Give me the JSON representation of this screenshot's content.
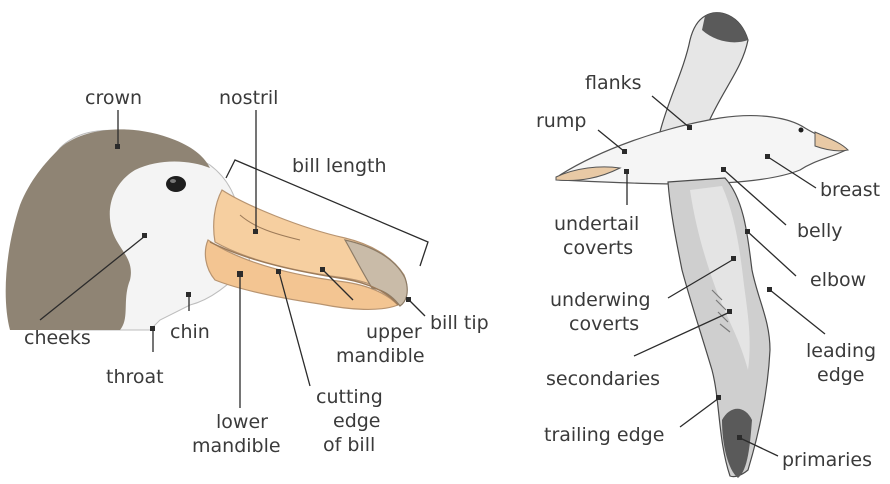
{
  "head_labels": {
    "crown": "crown",
    "nostril": "nostril",
    "bill_length": "bill length",
    "cheeks": "cheeks",
    "chin": "chin",
    "throat": "throat",
    "lower_mandible_1": "lower",
    "lower_mandible_2": "mandible",
    "cutting_edge_1": "cutting",
    "cutting_edge_2": "edge",
    "cutting_edge_3": "of bill",
    "upper_mandible_1": "upper",
    "upper_mandible_2": "mandible",
    "bill_tip": "bill tip"
  },
  "body_labels": {
    "flanks": "flanks",
    "rump": "rump",
    "breast": "breast",
    "undertail_1": "undertail",
    "undertail_2": "coverts",
    "belly": "belly",
    "elbow": "elbow",
    "underwing_1": "underwing",
    "underwing_2": "coverts",
    "leading_1": "leading",
    "leading_2": "edge",
    "secondaries": "secondaries",
    "trailing_edge": "trailing edge",
    "primaries": "primaries"
  },
  "colors": {
    "head_brown": "#8f8474",
    "bill": "#f6cfa0",
    "bill_tip": "#c9bba8",
    "body_white": "#f5f5f5",
    "wing_grey": "#cfcfcf",
    "wing_dark": "#5a5a5a"
  }
}
